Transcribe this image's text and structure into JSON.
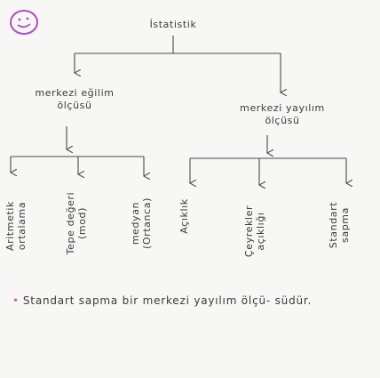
{
  "root": "İstatistik",
  "branches": {
    "left": {
      "line1": "merkezi eğilim",
      "line2": "ölçüsü"
    },
    "right": {
      "line1": "merkezi yayılım",
      "line2": "ölçüsü"
    }
  },
  "leaves": {
    "l1": {
      "line1": "Aritmetik",
      "line2": "ortalama"
    },
    "l2": {
      "line1": "Tepe değeri",
      "line2": "(mod)"
    },
    "l3": {
      "line1": "medyan",
      "line2": "(Ortanca)"
    },
    "r1": {
      "line1": "Açıklık"
    },
    "r2": {
      "line1": "Çeyrekler",
      "line2": "açıklığı"
    },
    "r3": {
      "line1": "Standart",
      "line2": "sapma"
    }
  },
  "note": {
    "bullet": "•",
    "text": "Standart sapma bir merkezi yayılım ölçü- südür."
  },
  "colors": {
    "ink": "#3a3a3a",
    "accent": "#b24dc7",
    "bullet": "#d06aa8"
  },
  "icons": {
    "corner": "smiley-icon"
  }
}
